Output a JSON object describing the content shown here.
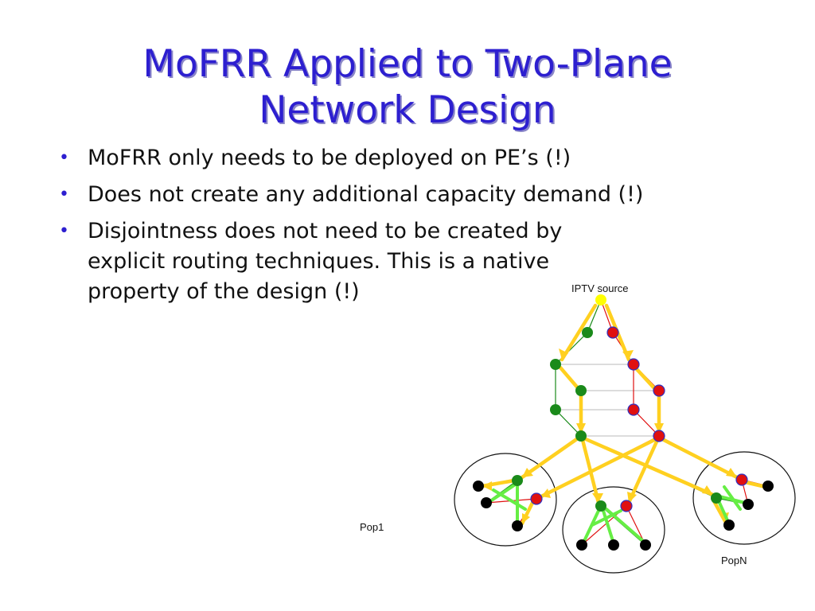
{
  "title_lines": [
    "MoFRR Applied to Two-Plane",
    "Network Design"
  ],
  "bullets": [
    {
      "lines": [
        "MoFRR only needs to be deployed on PE’s (!)"
      ]
    },
    {
      "lines": [
        "Does not create any additional capacity demand (!)"
      ]
    },
    {
      "lines": [
        "Disjointness does not need to be created by",
        "explicit routing techniques. This is a native",
        "property of the design (!)"
      ]
    }
  ],
  "diagram": {
    "source_label": "IPTV source",
    "pop_labels": [
      "Pop1",
      "PopN"
    ],
    "colors": {
      "title": "#2d1fd0",
      "plane_green": "#1a8a1a",
      "plane_red": "#e01010",
      "yellow_flow": "#ffd020",
      "light_green_flow": "#66ee44",
      "source_node": "#ffff00",
      "receiver_node": "#000000",
      "mesh": "#b0b0b0"
    }
  }
}
